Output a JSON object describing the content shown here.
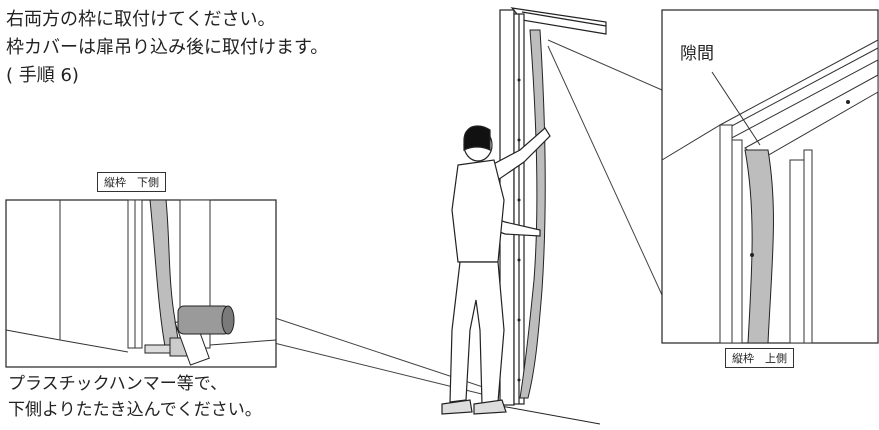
{
  "instructions": {
    "line1": "右両方の枠に取付けてください。",
    "line2": "枠カバーは扉吊り込み後に取付けます。",
    "line3": "( 手順 6)"
  },
  "bottom_detail": {
    "tag": "縦枠　下側",
    "caption_line1": "プラスチックハンマー等で、",
    "caption_line2": "下側よりたたき込んでください。"
  },
  "top_detail": {
    "tag": "縦枠　上側",
    "gap_label": "隙間"
  },
  "colors": {
    "cover_gray": "#bdbdbd",
    "line": "#222222"
  }
}
